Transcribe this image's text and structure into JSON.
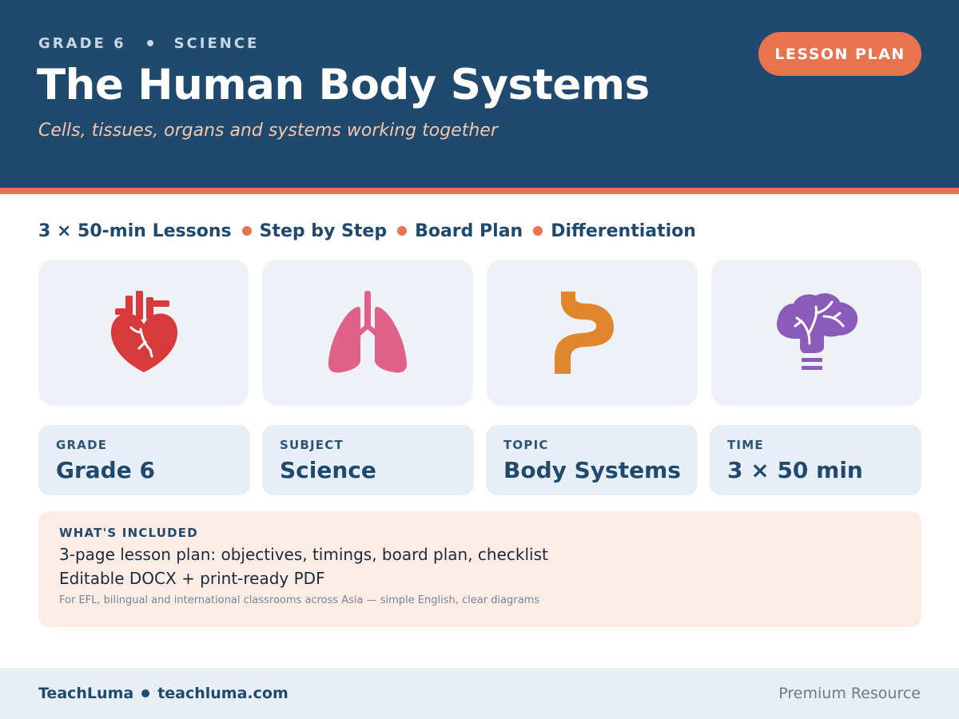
{
  "header": {
    "eyebrow_grade": "GRADE 6",
    "eyebrow_subject": "SCIENCE",
    "title": "The Human Body Systems",
    "subtitle": "Cells, tissues, organs and systems working together",
    "badge": "LESSON PLAN"
  },
  "features": [
    "3 × 50-min Lessons",
    "Step by Step",
    "Board Plan",
    "Differentiation"
  ],
  "icons": [
    {
      "name": "heart-icon",
      "color": "#d63a3a"
    },
    {
      "name": "lungs-icon",
      "color": "#e0618a"
    },
    {
      "name": "stomach-icon",
      "color": "#e0862e"
    },
    {
      "name": "brain-icon",
      "color": "#8a5bb8"
    }
  ],
  "info": [
    {
      "label": "GRADE",
      "value": "Grade 6"
    },
    {
      "label": "SUBJECT",
      "value": "Science"
    },
    {
      "label": "TOPIC",
      "value": "Body Systems"
    },
    {
      "label": "TIME",
      "value": "3 × 50 min"
    }
  ],
  "included": {
    "label": "WHAT'S INCLUDED",
    "lines": [
      "3-page lesson plan: objectives, timings, board plan, checklist",
      "Editable DOCX + print-ready PDF"
    ],
    "note": "For EFL, bilingual and international classrooms across Asia — simple English, clear diagrams"
  },
  "footer": {
    "brand": "TeachLuma",
    "website": "teachluma.com",
    "tag": "Premium Resource"
  },
  "colors": {
    "header_bg": "#1f4a6e",
    "accent": "#e8734f",
    "card_bg": "#eef2f7",
    "info_bg": "#e7eef6",
    "included_bg": "#fbece5"
  }
}
